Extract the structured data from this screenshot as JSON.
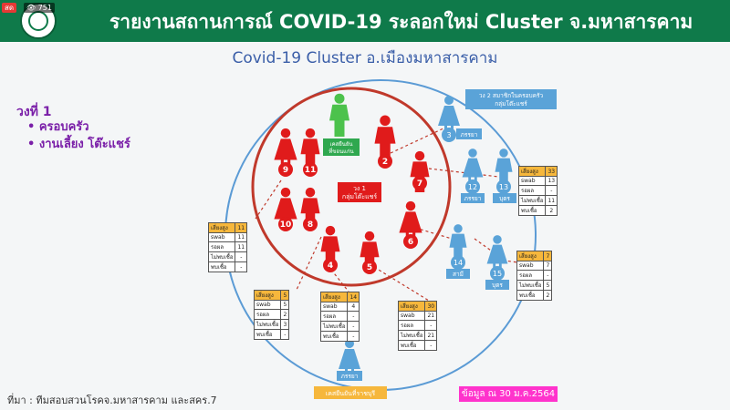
{
  "overlay": {
    "live": "สด",
    "viewers": "751"
  },
  "header": {
    "title": "รายงานสถานการณ์ COVID-19 ระลอกใหม่ Cluster จ.มหาสารคาม"
  },
  "subtitle": "Covid-19 Cluster อ.เมืองมหาสารคาม",
  "wave": {
    "title": "วงที่ 1",
    "items": [
      "ครอบครัว",
      "งานเลี้ยง โต๊ะแชร์"
    ]
  },
  "diagram": {
    "inner_label": [
      "วง 1",
      "กลุ่มโต๊ะแชร์"
    ],
    "wave2_label": [
      "วง 2 สมาชิกในครอบครัว",
      "กลุ่มโต๊ะแชร์"
    ],
    "green_label": [
      "เคสยืนยัน",
      "ที่ขอนแก่น"
    ],
    "yellow_label": "เคสยืนยันที่ราชบุรี",
    "inner_cases": [
      "2",
      "4",
      "5",
      "6",
      "7",
      "8",
      "9",
      "10",
      "11"
    ],
    "outer_cases": [
      {
        "num": "3",
        "label": "ภรรยา"
      },
      {
        "num": "12",
        "label": "ภรรยา"
      },
      {
        "num": "13",
        "label": "บุตร"
      },
      {
        "num": "14",
        "label": "สามี"
      },
      {
        "num": "15",
        "label": "บุตร"
      },
      {
        "num": "",
        "label": "ภรรยา"
      }
    ]
  },
  "tables": [
    {
      "rows": [
        [
          "เสี่ยงสูง",
          "33"
        ],
        [
          "swab",
          "13"
        ],
        [
          "รอผล",
          "-"
        ],
        [
          "ไม่พบเชื้อ",
          "11"
        ],
        [
          "พบเชื้อ",
          "2"
        ]
      ]
    },
    {
      "rows": [
        [
          "เสี่ยงสูง",
          "11"
        ],
        [
          "swab",
          "11"
        ],
        [
          "รอผล",
          "11"
        ],
        [
          "ไม่พบเชื้อ",
          "-"
        ],
        [
          "พบเชื้อ",
          "-"
        ]
      ]
    },
    {
      "rows": [
        [
          "เสี่ยงสูง",
          "7"
        ],
        [
          "swab",
          "7"
        ],
        [
          "รอผล",
          "-"
        ],
        [
          "ไม่พบเชื้อ",
          "5"
        ],
        [
          "พบเชื้อ",
          "2"
        ]
      ]
    },
    {
      "rows": [
        [
          "เสี่ยงสูง",
          "5"
        ],
        [
          "swab",
          "5"
        ],
        [
          "รอผล",
          "2"
        ],
        [
          "ไม่พบเชื้อ",
          "3"
        ],
        [
          "พบเชื้อ",
          "-"
        ]
      ]
    },
    {
      "rows": [
        [
          "เสี่ยงสูง",
          "14"
        ],
        [
          "swab",
          "4"
        ],
        [
          "รอผล",
          "-"
        ],
        [
          "ไม่พบเชื้อ",
          "-"
        ],
        [
          "พบเชื้อ",
          "-"
        ]
      ]
    },
    {
      "rows": [
        [
          "เสี่ยงสูง",
          "30"
        ],
        [
          "swab",
          "21"
        ],
        [
          "รอผล",
          "-"
        ],
        [
          "ไม่พบเชื้อ",
          "21"
        ],
        [
          "พบเชื้อ",
          "-"
        ]
      ]
    }
  ],
  "footer": {
    "source": "ที่มา : ทีมสอบสวนโรคจ.มหาสารคาม และสคร.7",
    "date": "ข้อมูล ณ 30 ม.ค.2564"
  },
  "colors": {
    "header_bg": "#0f7a4a",
    "case_red": "#e01b1b",
    "contact_blue": "#5aa3d8",
    "outer_circle": "#5b9bd5",
    "inner_circle": "#c0392b",
    "date_bg": "#ff33cc",
    "wave_text": "#7a1fa8"
  }
}
